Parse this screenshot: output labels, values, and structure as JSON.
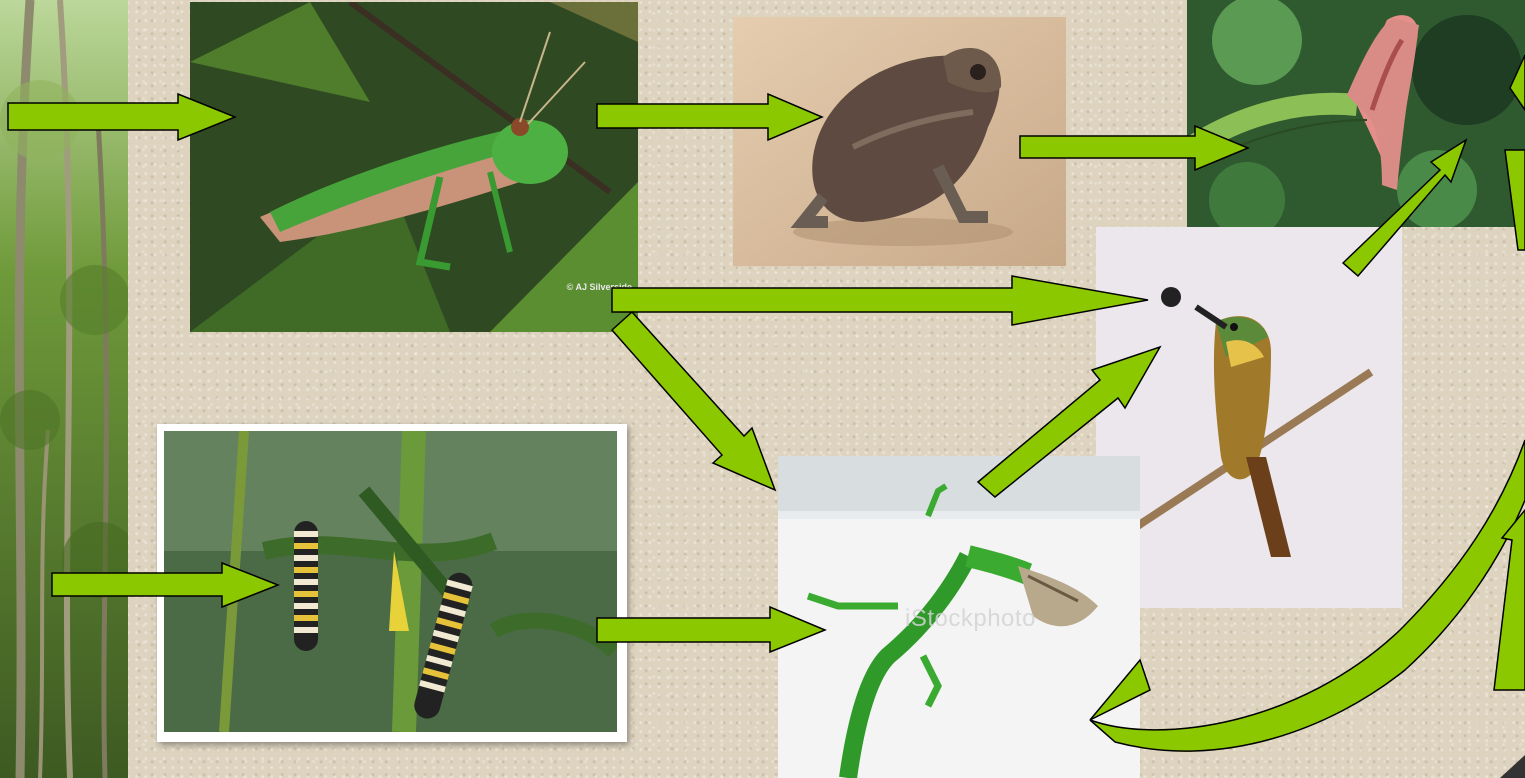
{
  "diagram": {
    "nodes": [
      {
        "id": "forest",
        "label": ""
      },
      {
        "id": "grasshopper",
        "label": ""
      },
      {
        "id": "toad",
        "label": ""
      },
      {
        "id": "snake",
        "label": ""
      },
      {
        "id": "bee-eater",
        "label": ""
      },
      {
        "id": "caterpillar",
        "label": ""
      },
      {
        "id": "lizard",
        "label": ""
      }
    ],
    "photo_credits": {
      "grasshopper": "© AJ Silverside",
      "lizard": "iStockphoto"
    },
    "arrow_color": "#8cc800",
    "arrow_outline": "#000000"
  }
}
